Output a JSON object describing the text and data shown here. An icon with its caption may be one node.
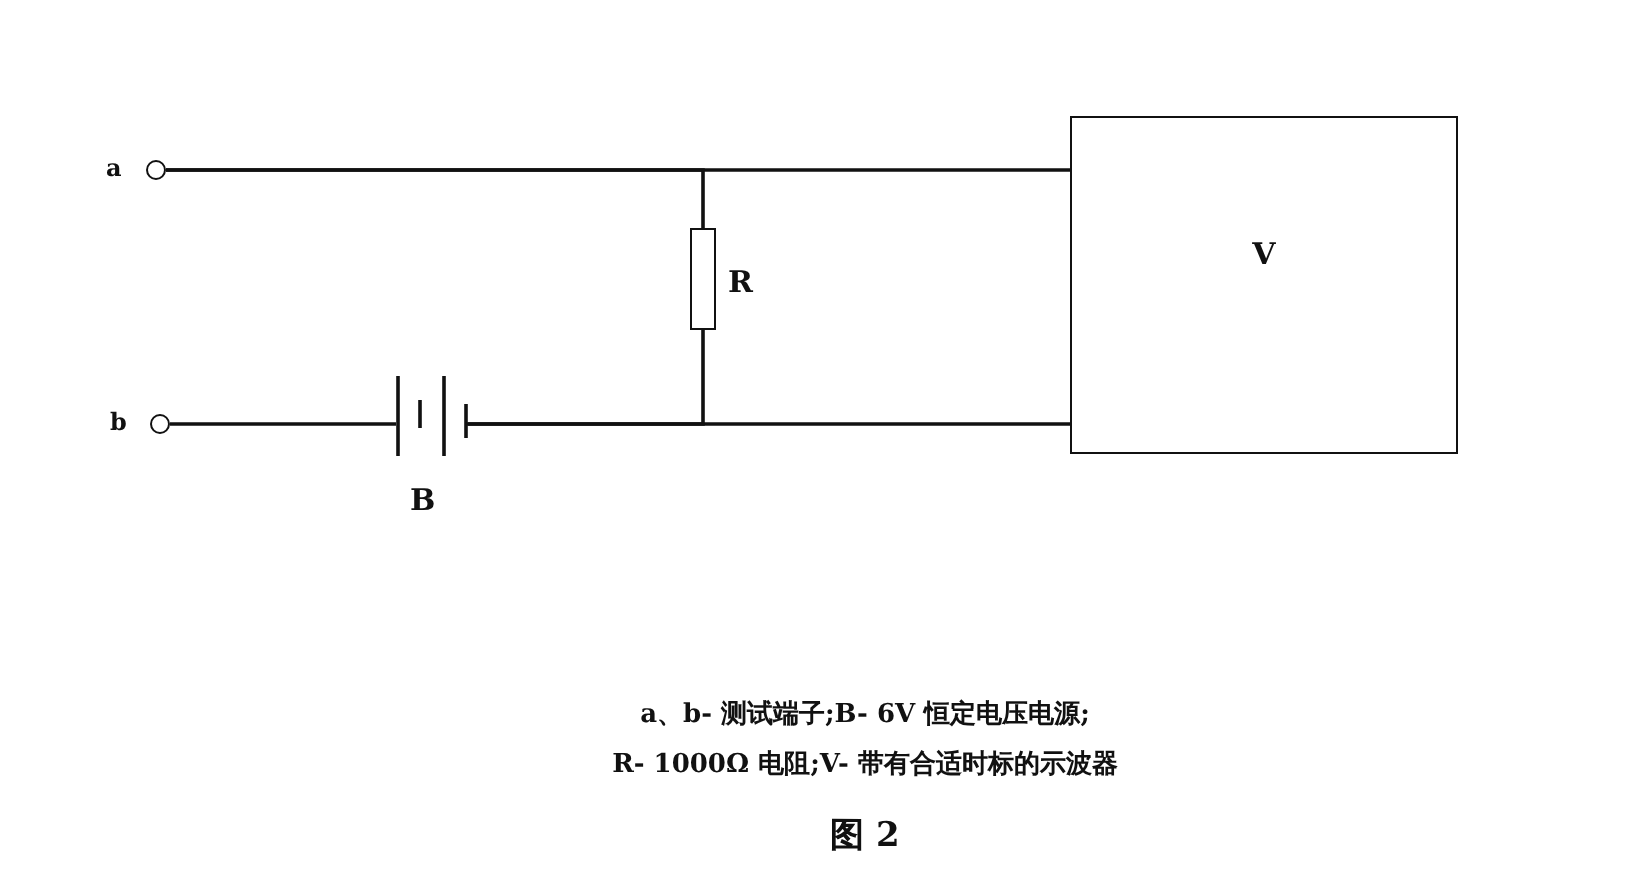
{
  "diagram": {
    "caption": "图 2",
    "nodes": [
      {
        "text": [],
        "shape": "circle",
        "beside": [
          "a"
        ]
      },
      {
        "text": [],
        "shape": "circle",
        "beside": [
          "b"
        ]
      },
      {
        "text": [],
        "shape": "battery",
        "beside": [
          "B"
        ]
      },
      {
        "text": [],
        "shape": "box",
        "beside": [
          "R"
        ]
      },
      {
        "text": [
          "V"
        ]
      }
    ],
    "edges": [
      {
        "from": 0,
        "to": 4,
        "arrow": "none"
      },
      {
        "from": 0,
        "to": 3,
        "arrow": "none"
      },
      {
        "from": 1,
        "to": 2,
        "arrow": "none"
      },
      {
        "from": 2,
        "to": 4,
        "arrow": "none"
      },
      {
        "from": 2,
        "to": 3,
        "arrow": "none"
      }
    ],
    "labels": [
      "a、b- 测试端子;B- 6V 恒定电压电源;",
      "R- 1000Ω 电阻;V- 带有合适时标的示波器"
    ]
  }
}
